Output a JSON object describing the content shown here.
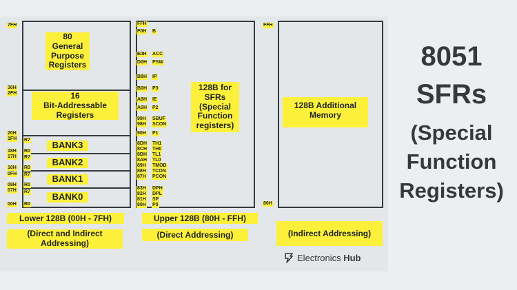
{
  "lower": {
    "block_general": "80\nGeneral\nPurpose\nRegisters",
    "block_bit": "16\nBit-Addressable\nRegisters",
    "banks": [
      "BANK3",
      "BANK2",
      "BANK1",
      "BANK0"
    ],
    "addresses": [
      "7FH",
      "30H",
      "2FH",
      "20H",
      "1FH",
      "18H",
      "17H",
      "10H",
      "0FH",
      "08H",
      "07H",
      "00H"
    ],
    "reg_marks": [
      "R7",
      "R0",
      "R7",
      "R0",
      "R7",
      "R0",
      "R7",
      "R0"
    ],
    "caption": "Lower 128B (00H - 7FH)",
    "note": "(Direct and Indirect\nAddressing)"
  },
  "upper": {
    "sfr_rows": [
      {
        "addr": "FFH",
        "name": ""
      },
      {
        "addr": "F0H",
        "name": "B"
      },
      {
        "addr": "E0H",
        "name": "ACC"
      },
      {
        "addr": "D0H",
        "name": "PSW"
      },
      {
        "addr": "B8H",
        "name": "IP"
      },
      {
        "addr": "B0H",
        "name": "P3"
      },
      {
        "addr": "A8H",
        "name": "IE"
      },
      {
        "addr": "A0H",
        "name": "P2"
      },
      {
        "addr": "99H",
        "name": "SBUF"
      },
      {
        "addr": "98H",
        "name": "SCON"
      },
      {
        "addr": "90H",
        "name": "P1"
      },
      {
        "addr": "8DH",
        "name": "TH1"
      },
      {
        "addr": "8CH",
        "name": "TH0"
      },
      {
        "addr": "8BH",
        "name": "TL1"
      },
      {
        "addr": "8AH",
        "name": "TL0"
      },
      {
        "addr": "89H",
        "name": "TMOD"
      },
      {
        "addr": "88H",
        "name": "TCON"
      },
      {
        "addr": "87H",
        "name": "PCON"
      },
      {
        "addr": "83H",
        "name": "DPH"
      },
      {
        "addr": "82H",
        "name": "DPL"
      },
      {
        "addr": "81H",
        "name": "SP"
      },
      {
        "addr": "80H",
        "name": "P0"
      }
    ],
    "block_label": "128B for\nSFRs\n(Special\nFunction\nregisters)",
    "caption": "Upper 128B (80H - FFH)",
    "note": "(Direct Addressing)"
  },
  "additional": {
    "top_addr": "FFH",
    "bottom_addr": "80H",
    "block_label": "128B Additional\nMemory",
    "note": "(Indirect Addressing)"
  },
  "brand": {
    "prefix": "Electronics ",
    "bold": "Hub",
    "icon": "electronics-hub-logo-icon"
  },
  "title": {
    "line1": "8051",
    "line2": "SFRs",
    "line3": "(Special",
    "line4": "Function",
    "line5": "Registers)"
  },
  "colors": {
    "highlight": "#fdf03a",
    "outline": "#333a3e",
    "panel": "#e3e7ea",
    "text": "#34393c"
  }
}
